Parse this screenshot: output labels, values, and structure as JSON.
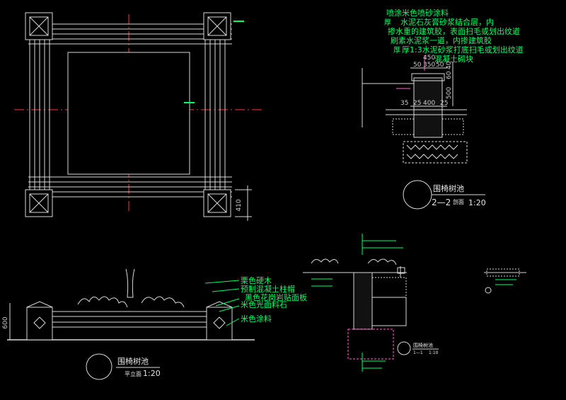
{
  "labels": {
    "plan_title": "围椅树池",
    "plan_subtitle": "平立面",
    "plan_scale": "1:20",
    "section_title": "围椅树池",
    "section_ref": "2—2",
    "section_subtitle": "剖面",
    "section_scale": "1:20",
    "detail_title": "围椅树池",
    "detail_ref": "1—1",
    "detail_scale": "1:10",
    "dim_410": "410",
    "dim_600": "600",
    "section_dims_top": [
      "50",
      "350",
      "50",
      "450"
    ],
    "section_dims_bottom": [
      "25",
      "400",
      "25"
    ],
    "section_dims_right": [
      "40",
      "60",
      "500"
    ],
    "section_dim_35": "35"
  },
  "annotations_section": {
    "line1": "喷涂米色喷砂涂料",
    "line2": "水泥石灰膏砂浆结合层，内",
    "line3": "掺水重的建筑胶，表面扫毛或划出纹道",
    "line4": "刷素水泥浆一道，内掺建筑胶",
    "line5": "厚1:3水泥砂浆打底扫毛或划出纹道",
    "line6": "混凝土砌块",
    "prefix1": "厚",
    "prefix2": "厚"
  },
  "annotations_elevation": {
    "line1": "栗色硬木",
    "line2": "预制混凝土柱帽",
    "line3": "黑色花岗岩贴面板",
    "line4": "米色光面料石",
    "line5": "米色涂料"
  }
}
